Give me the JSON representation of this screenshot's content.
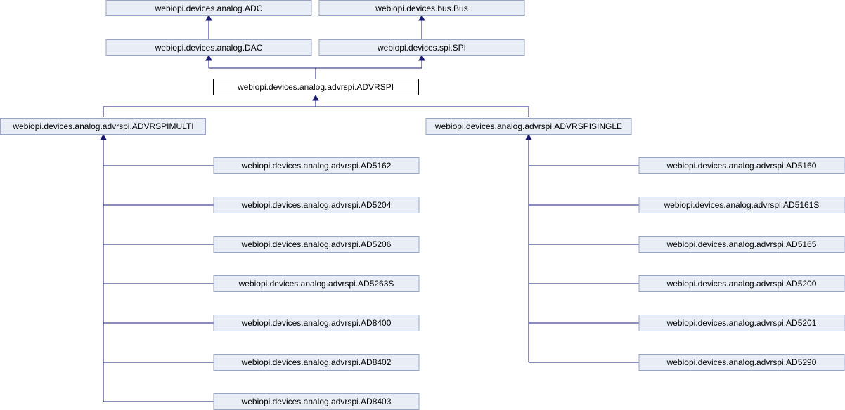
{
  "nodes": {
    "adc": "webiopi.devices.analog.ADC",
    "bus": "webiopi.devices.bus.Bus",
    "dac": "webiopi.devices.analog.DAC",
    "spi": "webiopi.devices.spi.SPI",
    "advrspi": "webiopi.devices.analog.advrspi.ADVRSPI",
    "multi": "webiopi.devices.analog.advrspi.ADVRSPIMULTI",
    "single": "webiopi.devices.analog.advrspi.ADVRSPISINGLE",
    "ad5162": "webiopi.devices.analog.advrspi.AD5162",
    "ad5204": "webiopi.devices.analog.advrspi.AD5204",
    "ad5206": "webiopi.devices.analog.advrspi.AD5206",
    "ad5263s": "webiopi.devices.analog.advrspi.AD5263S",
    "ad8400": "webiopi.devices.analog.advrspi.AD8400",
    "ad8402": "webiopi.devices.analog.advrspi.AD8402",
    "ad8403": "webiopi.devices.analog.advrspi.AD8403",
    "ad5160": "webiopi.devices.analog.advrspi.AD5160",
    "ad5161s": "webiopi.devices.analog.advrspi.AD5161S",
    "ad5165": "webiopi.devices.analog.advrspi.AD5165",
    "ad5200": "webiopi.devices.analog.advrspi.AD5200",
    "ad5201": "webiopi.devices.analog.advrspi.AD5201",
    "ad5290": "webiopi.devices.analog.advrspi.AD5290"
  },
  "current_node": "advrspi",
  "colors": {
    "node_fill": "#e8edf6",
    "node_border": "#9aa6c6",
    "current_fill": "#ffffff",
    "current_border": "#000000",
    "edge": "#191970"
  }
}
